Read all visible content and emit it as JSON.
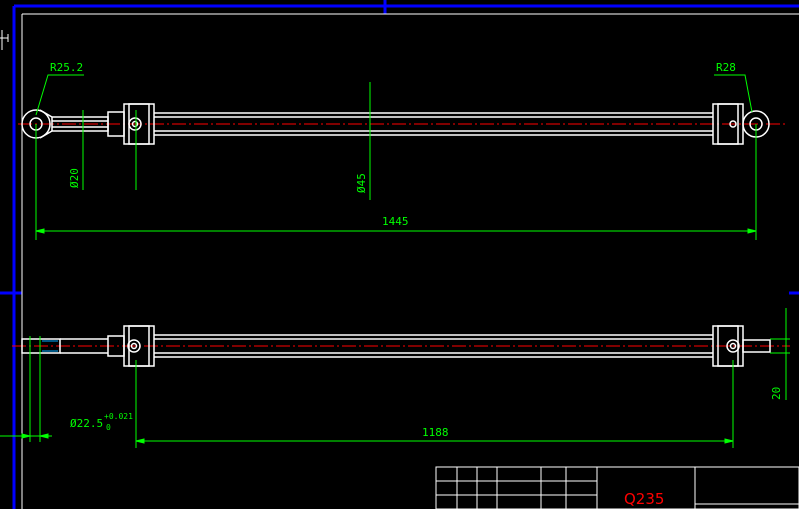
{
  "colors": {
    "background": "#000000",
    "frame": "#0000ff",
    "outline": "#ffffff",
    "dimension": "#00ff00",
    "centerline": "#ff0000",
    "material": "#ff0000"
  },
  "top_view": {
    "radius_left": "R25.2",
    "radius_right": "R28",
    "dia_rod": "Ø20",
    "dia_tube": "Ø45",
    "overall_length": "1445"
  },
  "bottom_view": {
    "dia_pin": "Ø22.5",
    "tol_upper": "+0.021",
    "tol_lower": "0",
    "span_length": "1188",
    "height": "20"
  },
  "title_block": {
    "material": "Q235"
  }
}
